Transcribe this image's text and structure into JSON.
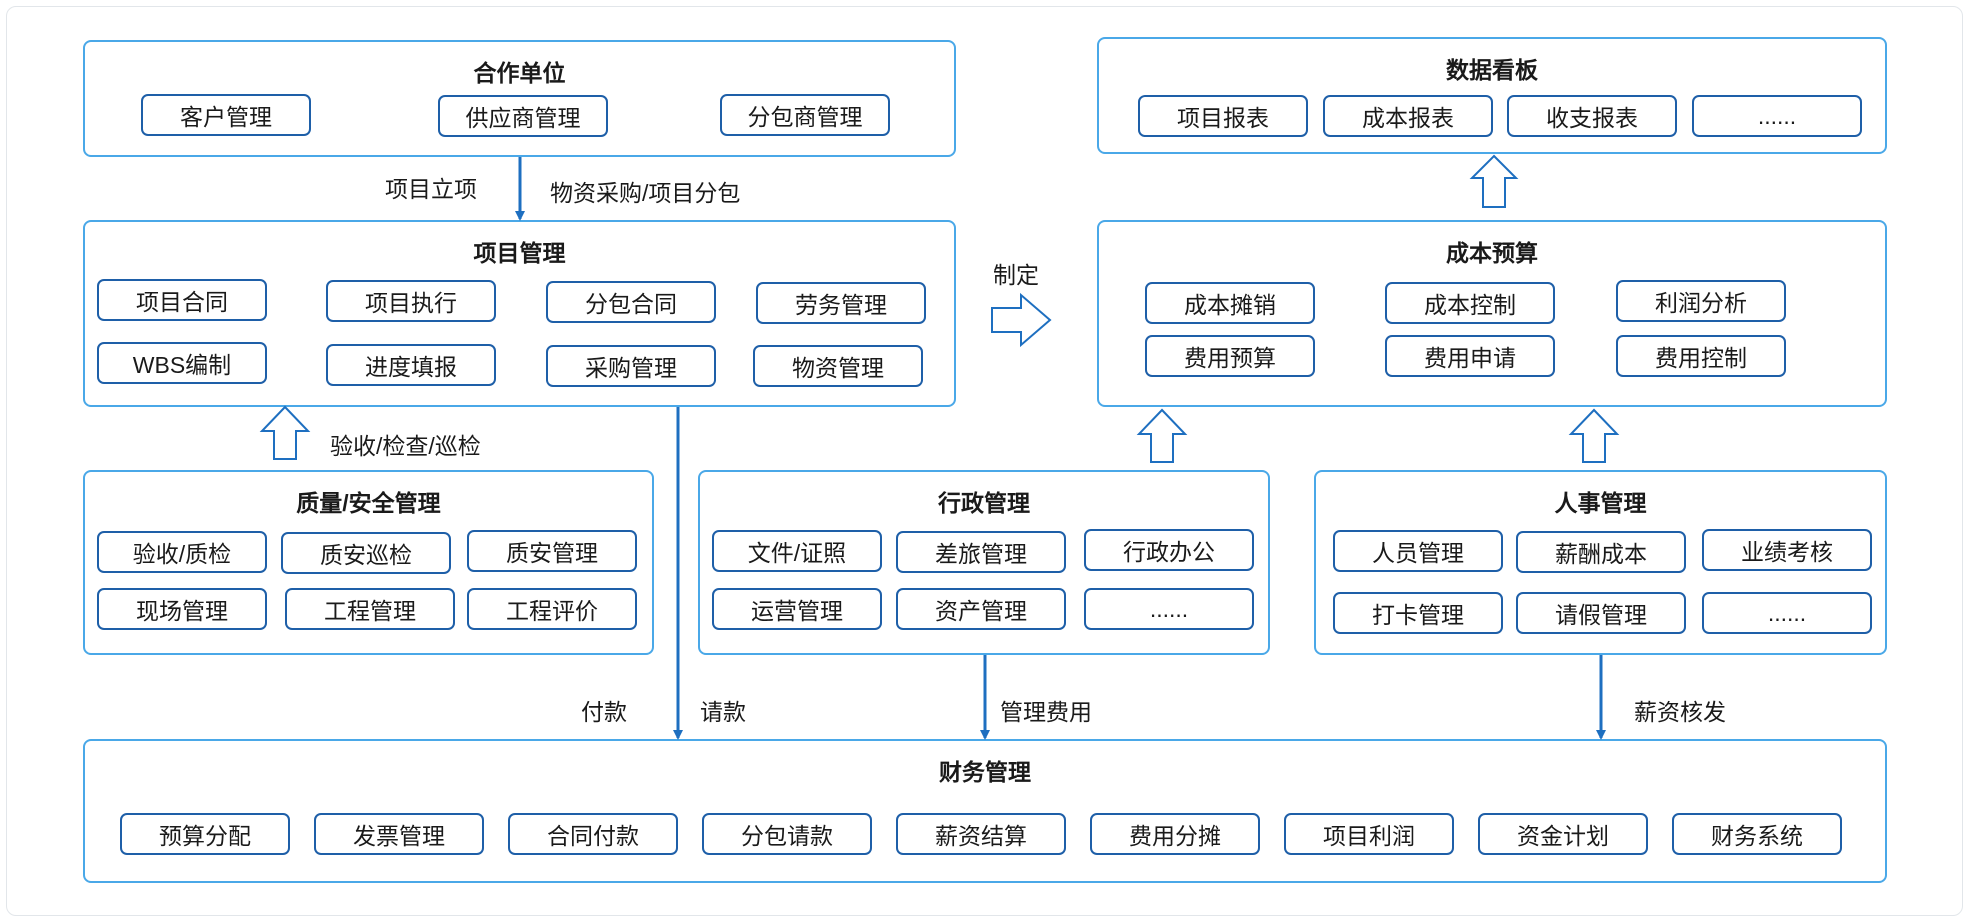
{
  "partners": {
    "title": "合作单位",
    "items": [
      "客户管理",
      "供应商管理",
      "分包商管理"
    ]
  },
  "dashboard": {
    "title": "数据看板",
    "items": [
      "项目报表",
      "成本报表",
      "收支报表",
      "......"
    ]
  },
  "project": {
    "title": "项目管理",
    "items": [
      "项目合同",
      "项目执行",
      "分包合同",
      "劳务管理",
      "WBS编制",
      "进度填报",
      "采购管理",
      "物资管理"
    ]
  },
  "budget": {
    "title": "成本预算",
    "items": [
      "成本摊销",
      "成本控制",
      "利润分析",
      "费用预算",
      "费用申请",
      "费用控制"
    ]
  },
  "quality": {
    "title": "质量/安全管理",
    "items": [
      "验收/质检",
      "质安巡检",
      "质安管理",
      "现场管理",
      "工程管理",
      "工程评价"
    ]
  },
  "admin": {
    "title": "行政管理",
    "items": [
      "文件/证照",
      "差旅管理",
      "行政办公",
      "运营管理",
      "资产管理",
      "......"
    ]
  },
  "hr": {
    "title": "人事管理",
    "items": [
      "人员管理",
      "薪酬成本",
      "业绩考核",
      "打卡管理",
      "请假管理",
      "......"
    ]
  },
  "finance": {
    "title": "财务管理",
    "items": [
      "预算分配",
      "发票管理",
      "合同付款",
      "分包请款",
      "薪资结算",
      "费用分摊",
      "项目利润",
      "资金计划",
      "财务系统"
    ]
  },
  "connectors": {
    "project_setup": "项目立项",
    "procurement": "物资采购/项目分包",
    "formulate": "制定",
    "inspection": "验收/检查/巡检",
    "payment": "付款",
    "request_payment": "请款",
    "management_fee": "管理费用",
    "salary_issue": "薪资核发"
  },
  "colors": {
    "panel_border": "#4aa8e8",
    "item_border": "#1e5fa8",
    "arrow": "#1e6fc0"
  }
}
